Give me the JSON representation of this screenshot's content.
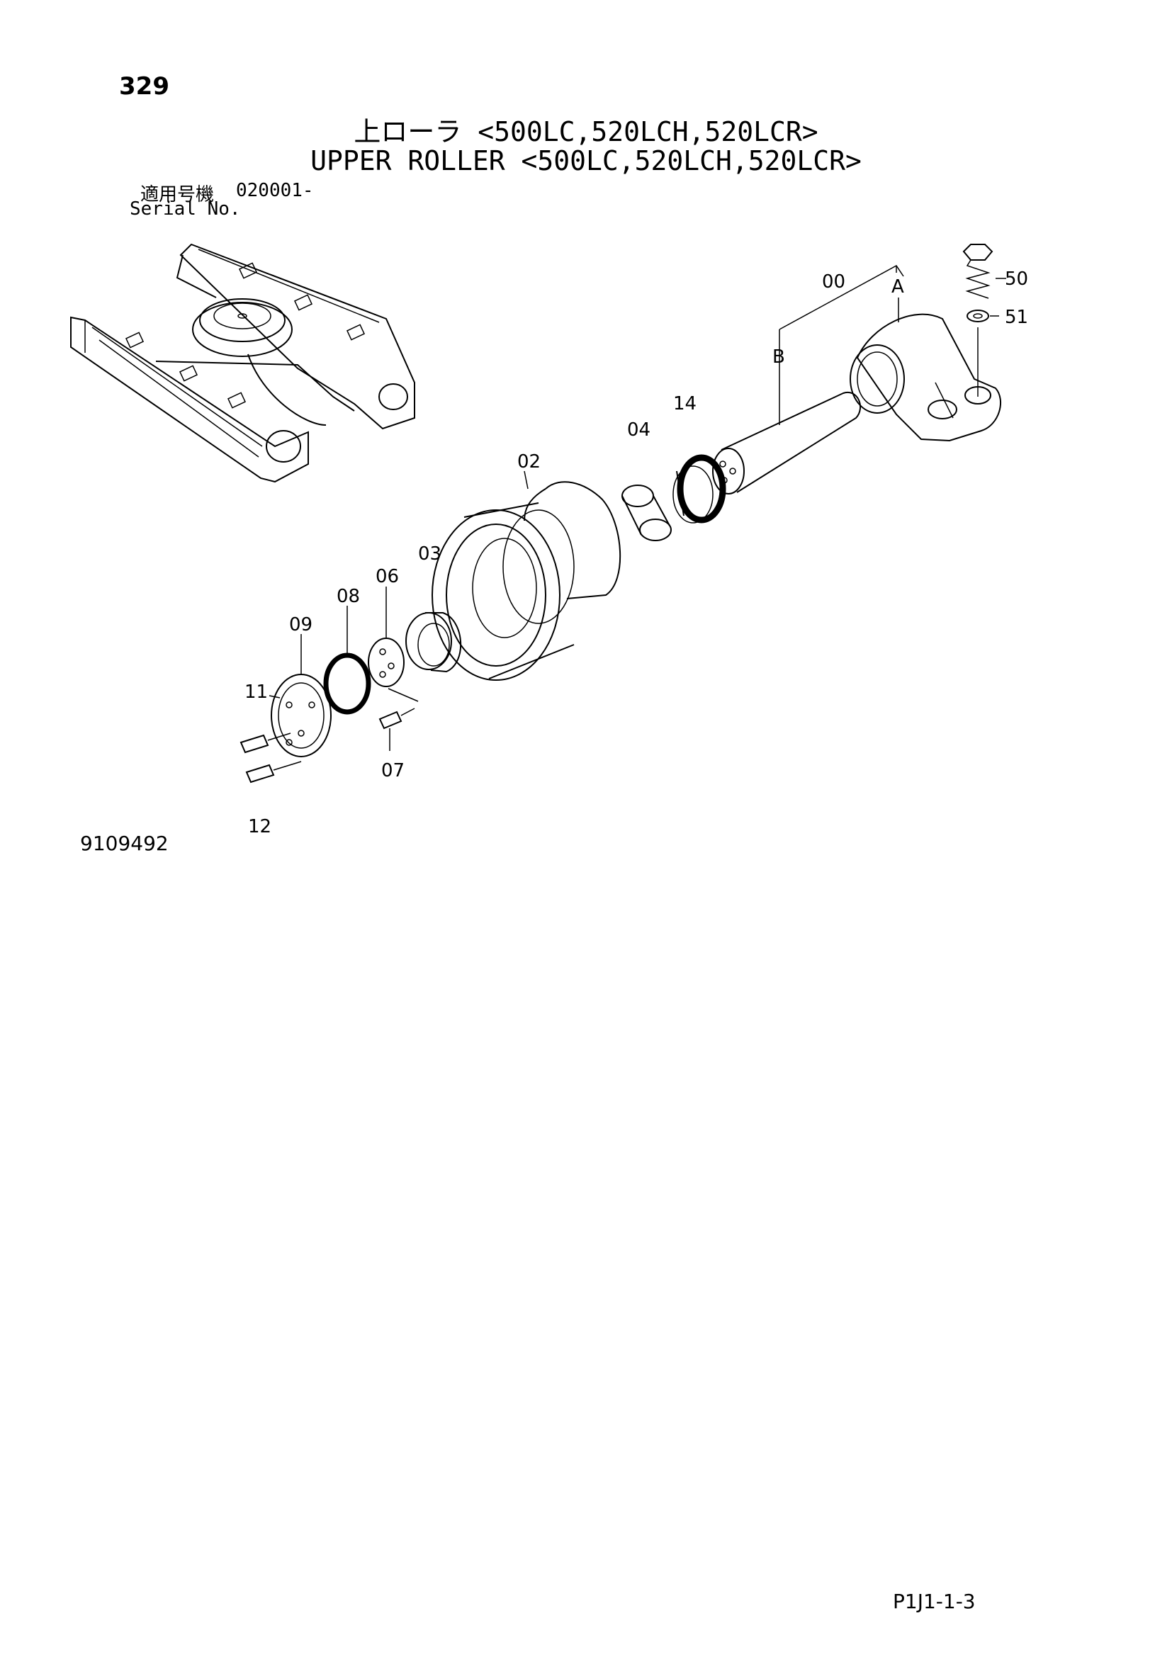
{
  "page_number": "329",
  "title_jp": "上ローラ <500LC,520LCH,520LCR>",
  "title_en": "UPPER ROLLER <500LC,520LCH,520LCR>",
  "serial": {
    "label_jp": "適用号機",
    "number": "020001-",
    "label_en": "Serial No."
  },
  "figure_number": "9109492",
  "document_code": "P1J1-1-3",
  "callouts": {
    "c00": "00",
    "cA": "A",
    "cB": "B",
    "c50": "50",
    "c51": "51",
    "c14": "14",
    "c04": "04",
    "c02": "02",
    "c03": "03",
    "c06": "06",
    "c08": "08",
    "c09": "09",
    "c11": "11",
    "c07": "07",
    "c12": "12"
  }
}
